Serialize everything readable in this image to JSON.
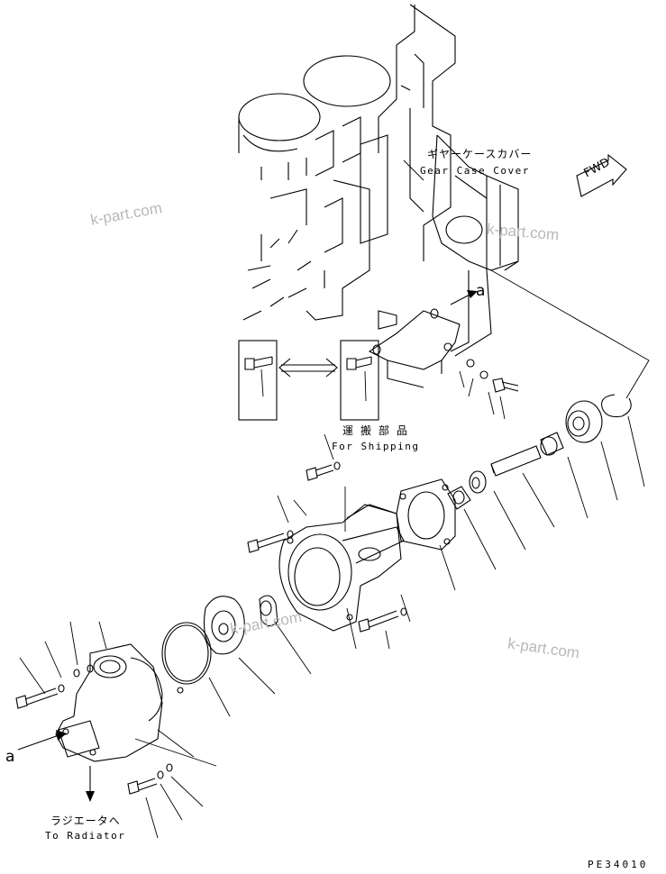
{
  "labels": {
    "gear_case_cover_jp": "ギヤーケースカバー",
    "gear_case_cover_en": "Gear Case Cover",
    "for_shipping_jp": "運搬部品",
    "for_shipping_en": "For Shipping",
    "to_radiator_jp": "ラジエータへ",
    "to_radiator_en": "To Radiator",
    "ref_a_upper": "a",
    "ref_a_lower": "a",
    "fwd": "FWD",
    "drawing_code": "PE34010"
  },
  "watermarks": [
    "k-part.com",
    "k-part.com",
    "k-part.com",
    "k-part.com"
  ],
  "colors": {
    "line": "#000000",
    "watermark": "#b8b8b8",
    "background": "#ffffff"
  }
}
